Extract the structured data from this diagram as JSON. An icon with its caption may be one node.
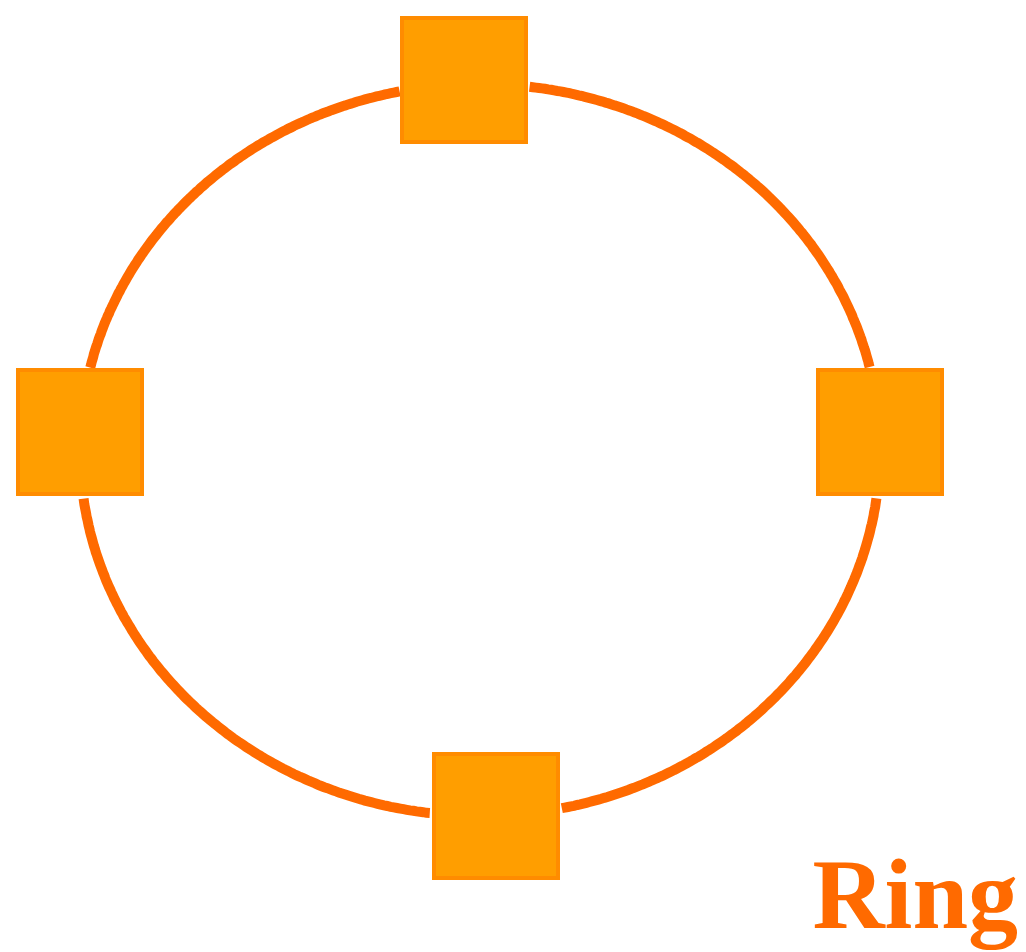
{
  "diagram": {
    "nodes": [
      {
        "text": [],
        "shape": "box"
      },
      {
        "text": [],
        "shape": "box"
      },
      {
        "text": [],
        "shape": "box"
      },
      {
        "text": [],
        "shape": "box"
      }
    ],
    "edges": [
      {
        "from": 0,
        "to": 2,
        "arrow": "none"
      },
      {
        "from": 2,
        "to": 3,
        "arrow": "none"
      },
      {
        "from": 3,
        "to": 1,
        "arrow": "none"
      },
      {
        "from": 1,
        "to": 0,
        "arrow": "none"
      }
    ],
    "labels": [
      "Ring"
    ]
  }
}
